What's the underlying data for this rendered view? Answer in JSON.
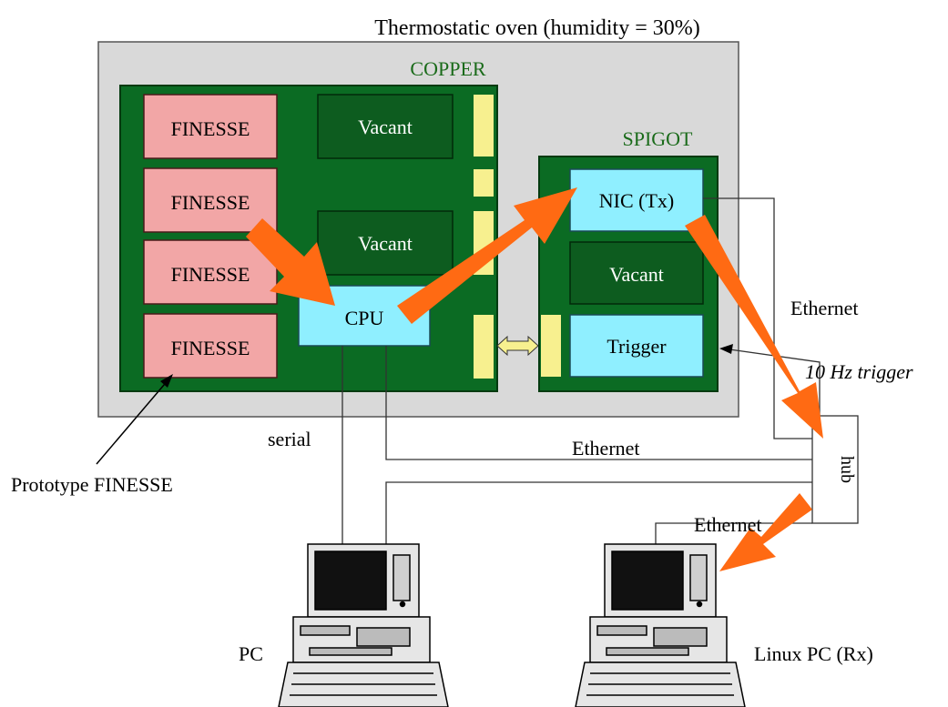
{
  "oven": {
    "label": "Thermostatic oven (humidity = 30%)"
  },
  "copper": {
    "label": "COPPER",
    "slots": [
      "FINESSE",
      "FINESSE",
      "FINESSE",
      "FINESSE"
    ],
    "vacant_top": "Vacant",
    "vacant_mid": "Vacant",
    "cpu": "CPU"
  },
  "spigot": {
    "label": "SPIGOT",
    "nic": "NIC (Tx)",
    "vacant": "Vacant",
    "trigger": "Trigger"
  },
  "annotations": {
    "prototype": "Prototype FINESSE",
    "serial": "serial",
    "ethernet_mid": "Ethernet",
    "ethernet_right": "Ethernet",
    "ethernet_bottom": "Ethernet",
    "trigger_rate": "10 Hz trigger",
    "hub": "hub"
  },
  "computers": {
    "left": "PC",
    "right": "Linux PC (Rx)"
  },
  "colors": {
    "oven": "#d9d9d9",
    "board": "#0b6b23",
    "finesse": "#f2a6a6",
    "cyan": "#8fefff",
    "yellow": "#f7f08f",
    "arrow": "#ff6a13",
    "label_green": "#1a6b1a"
  }
}
